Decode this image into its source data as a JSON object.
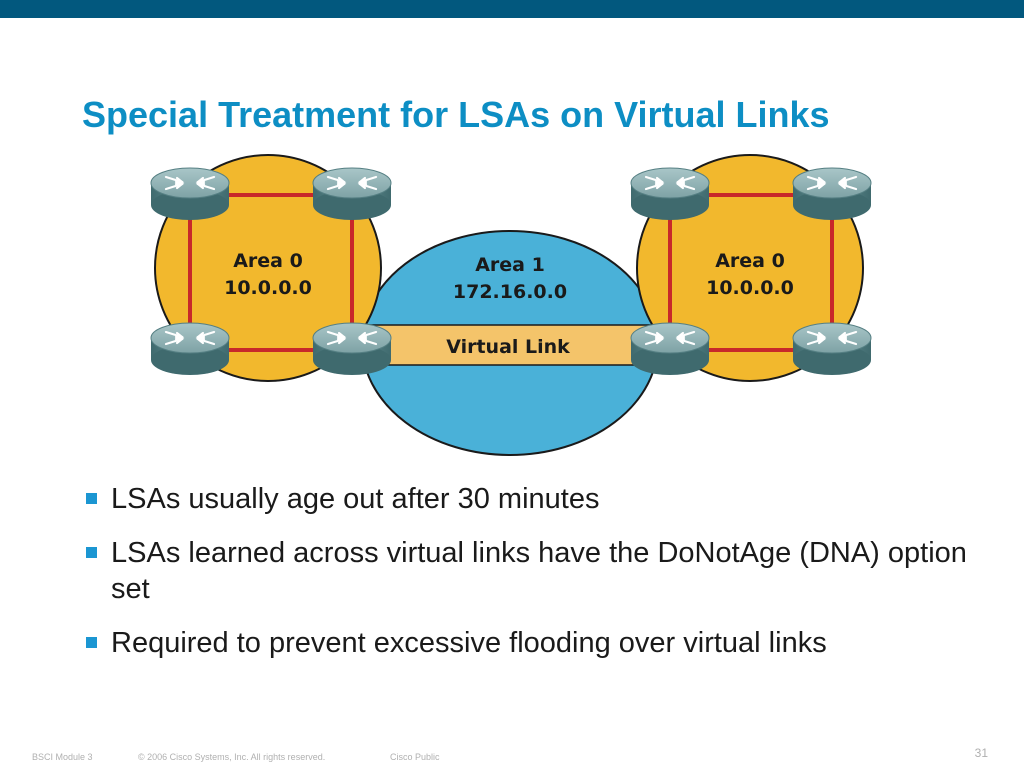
{
  "slide": {
    "title": "Special Treatment for LSAs on Virtual Links",
    "bullets": [
      "LSAs usually age out after 30 minutes",
      "LSAs learned across virtual links have the DoNotAge (DNA) option set",
      "Required to prevent excessive flooding over virtual links"
    ]
  },
  "diagram": {
    "left_area": {
      "name": "Area 0",
      "network": "10.0.0.0"
    },
    "middle_area": {
      "name": "Area 1",
      "network": "172.16.0.0"
    },
    "right_area": {
      "name": "Area 0",
      "network": "10.0.0.0"
    },
    "virtual_link_label": "Virtual Link",
    "router_icon": "router-icon"
  },
  "footer": {
    "module": "BSCI Module 3",
    "copyright": "© 2006 Cisco Systems, Inc. All rights reserved.",
    "classification": "Cisco Public",
    "page_number": "31"
  },
  "colors": {
    "top_bar": "#02587e",
    "title": "#0d8ec4",
    "area0_fill": "#f2b82d",
    "area1_fill": "#4ab1d8",
    "virtual_link_fill": "#f4c46a",
    "link_red": "#c8282a",
    "router_body": "#5f8a8e",
    "bullet_marker": "#1b96d2"
  }
}
